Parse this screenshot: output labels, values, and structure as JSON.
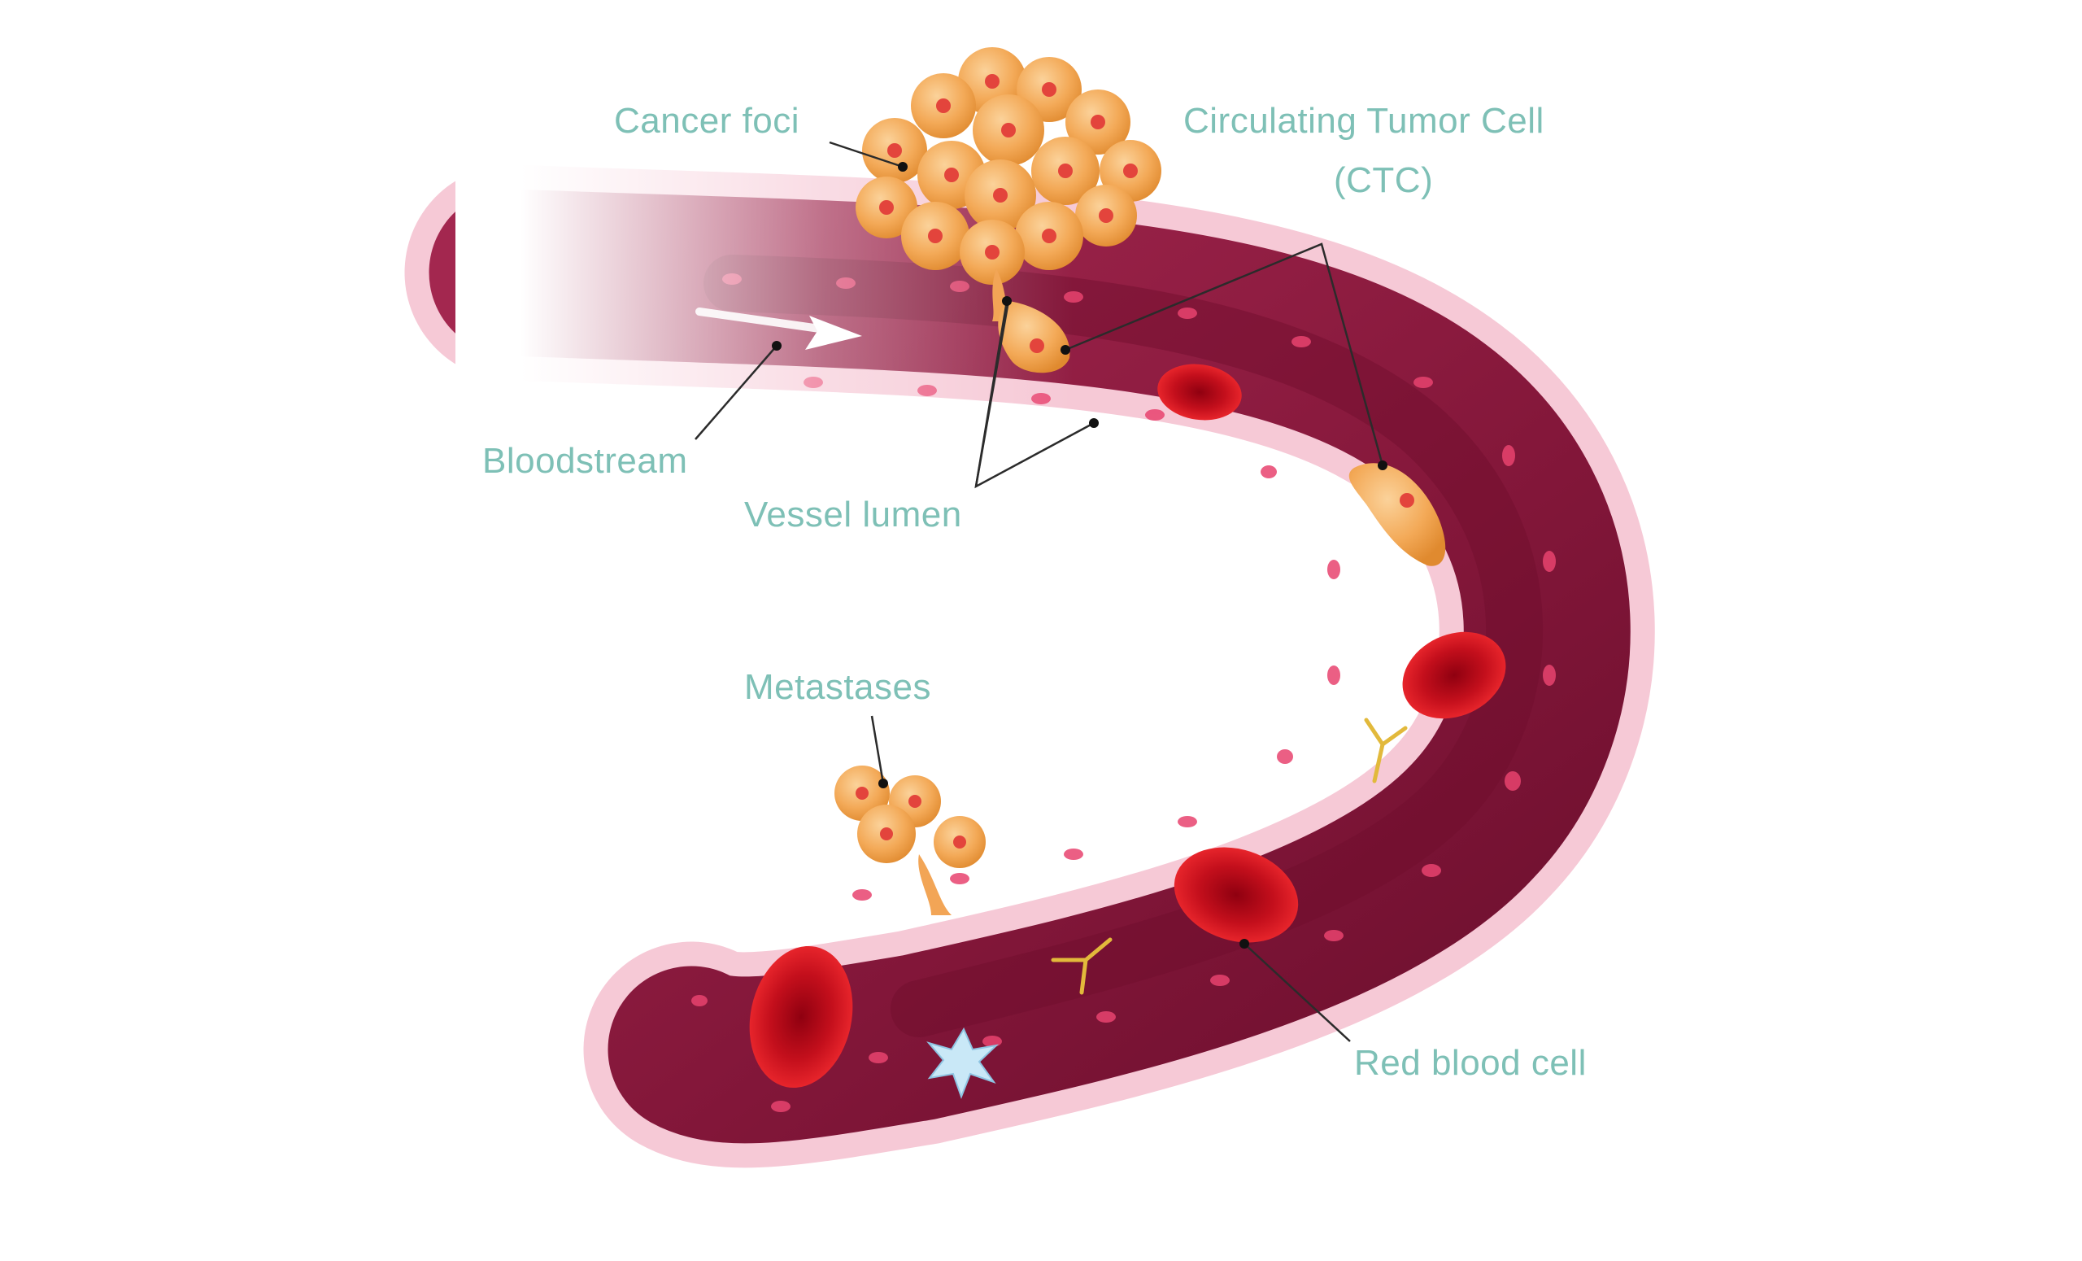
{
  "labels": {
    "cancer_foci": "Cancer foci",
    "ctc_line1": "Circulating Tumor Cell",
    "ctc_line2": "(CTC)",
    "bloodstream": "Bloodstream",
    "vessel_lumen": "Vessel lumen",
    "metastases": "Metastases",
    "red_blood_cell": "Red blood cell"
  },
  "colors": {
    "label_text": "#7ec0b6",
    "vessel_wall": "#f5c6d3",
    "vessel_lumen": "#8b1a3c",
    "red_blood_cell": "#d3141d",
    "tumor_cell": "#f2a556",
    "antibody": "#e2b93b",
    "white_cell": "#bfe3f4",
    "leader_line": "#2b2b2b"
  }
}
